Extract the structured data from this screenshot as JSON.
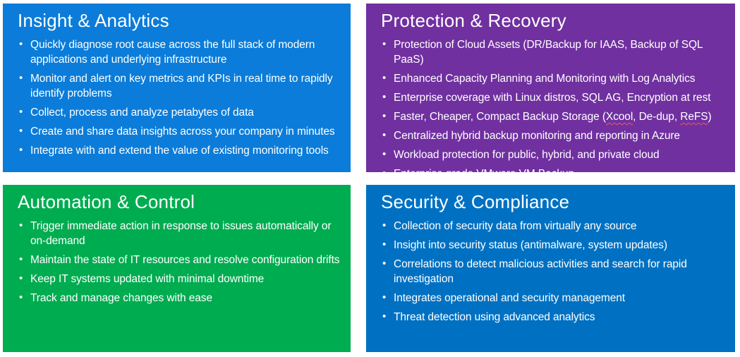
{
  "slide": {
    "background_color": "#ffffff",
    "text_color": "#ffffff",
    "squiggle_color": "#E85D5D"
  },
  "panels": [
    {
      "id": "insight-analytics",
      "title": "Insight & Analytics",
      "color": "#0B7CD9",
      "bullets": [
        {
          "segments": [
            {
              "text": "Quickly diagnose root cause across the full stack of modern applications and underlying infrastructure"
            }
          ]
        },
        {
          "segments": [
            {
              "text": "Monitor and alert on key metrics and KPIs in real time to rapidly identify problems"
            }
          ]
        },
        {
          "segments": [
            {
              "text": "Collect, process and analyze petabytes of data"
            }
          ]
        },
        {
          "segments": [
            {
              "text": "Create and share data insights across your company in minutes"
            }
          ]
        },
        {
          "segments": [
            {
              "text": "Integrate with and extend the value of existing monitoring tools"
            }
          ]
        }
      ]
    },
    {
      "id": "protection-recovery",
      "title": "Protection & Recovery",
      "color": "#7030A0",
      "bullets": [
        {
          "segments": [
            {
              "text": "Protection of Cloud Assets (DR/Backup for IAAS, Backup of SQL PaaS)"
            }
          ]
        },
        {
          "segments": [
            {
              "text": "Enhanced Capacity Planning and Monitoring with Log Analytics"
            }
          ]
        },
        {
          "segments": [
            {
              "text": "Enterprise coverage with Linux distros, SQL AG, Encryption at rest"
            }
          ]
        },
        {
          "segments": [
            {
              "text": "Faster, Cheaper, Compact Backup Storage ("
            },
            {
              "text": "Xcool",
              "squiggle": true
            },
            {
              "text": ", De-dup, "
            },
            {
              "text": "ReFS",
              "squiggle": true
            },
            {
              "text": ")"
            }
          ]
        },
        {
          "segments": [
            {
              "text": "Centralized hybrid backup monitoring and reporting in Azure"
            }
          ]
        },
        {
          "segments": [
            {
              "text": "Workload protection for public, hybrid, and private cloud"
            }
          ]
        },
        {
          "segments": [
            {
              "text": "Enterprise grade VMware VM Backup"
            }
          ]
        }
      ]
    },
    {
      "id": "automation-control",
      "title": "Automation & Control",
      "color": "#00AC50",
      "bullets": [
        {
          "segments": [
            {
              "text": "Trigger immediate action in response to issues automatically or on-demand"
            }
          ]
        },
        {
          "segments": [
            {
              "text": "Maintain the state of IT resources and resolve configuration drifts"
            }
          ]
        },
        {
          "segments": [
            {
              "text": "Keep IT systems updated with minimal downtime"
            }
          ]
        },
        {
          "segments": [
            {
              "text": "Track and manage changes with ease"
            }
          ]
        }
      ]
    },
    {
      "id": "security-compliance",
      "title": "Security & Compliance",
      "color": "#0071C2",
      "bullets": [
        {
          "segments": [
            {
              "text": "Collection of security data from virtually any source"
            }
          ]
        },
        {
          "segments": [
            {
              "text": "Insight into security status (antimalware, system updates)"
            }
          ]
        },
        {
          "segments": [
            {
              "text": "Correlations to detect malicious activities and search for rapid investigation"
            }
          ]
        },
        {
          "segments": [
            {
              "text": "Integrates operational and security management"
            }
          ]
        },
        {
          "segments": [
            {
              "text": "Threat detection using advanced analytics"
            }
          ]
        }
      ]
    }
  ]
}
